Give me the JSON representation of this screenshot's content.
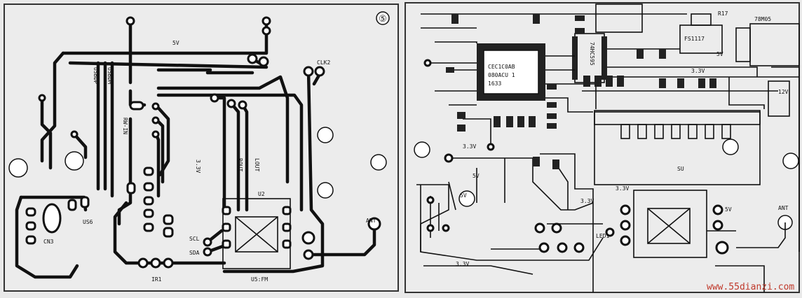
{
  "left_board": {
    "number": "⑤",
    "labels": {
      "v5": "5V",
      "usb_dp": "USBDP",
      "usb_dm": "USBDM",
      "rw_in": "RW-IN",
      "v33": "3.3V",
      "rout": "ROUT",
      "lout": "LOUT",
      "clk": "CLK2",
      "u2": "U2",
      "scl": "SCL",
      "sda": "SDA",
      "ant": "ANT",
      "us6": "US6",
      "cn3": "CN3",
      "ir1": "IR1",
      "u5fm": "U5:FM"
    }
  },
  "right_board": {
    "labels": {
      "mcu1": "CEC1C0AB",
      "mcu2": "080ACU 1",
      "mcu3": "1633",
      "chip2": "74HC595",
      "r17": "R17",
      "fs1117": "FS1117",
      "v5_top": "5V",
      "v7805": "78M05",
      "v12": "12V",
      "v33a": "3.3V",
      "v33b": "3.3V",
      "v33c": "3.3V",
      "v33d": "3.3V",
      "v33e": "3.3V",
      "v5a": "5V",
      "v5b": "5V",
      "v5c": "5V",
      "su": "SU",
      "led1": "LED1",
      "ant": "ANT",
      "watermark": "www.55dianzi.com"
    }
  }
}
